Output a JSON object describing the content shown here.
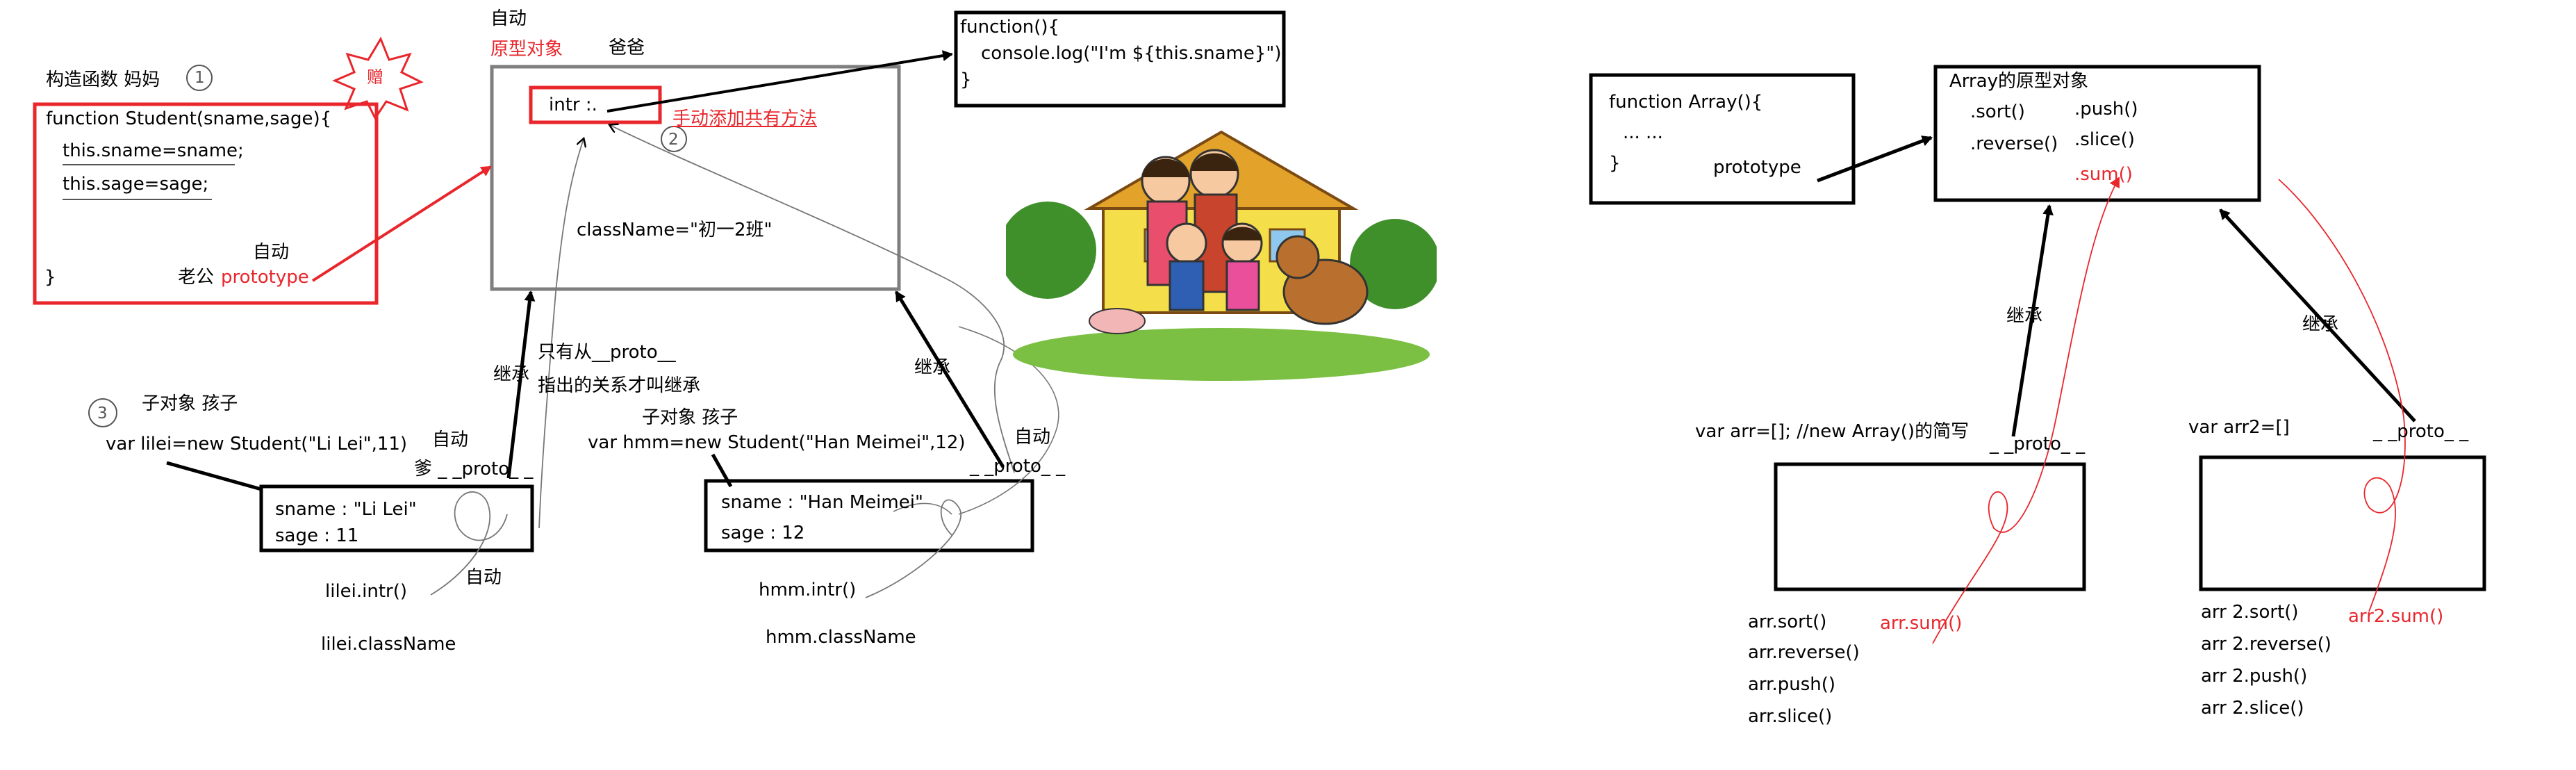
{
  "colors": {
    "accent_red": "#e8262c",
    "gray_box": "#7f7f7f",
    "ink": "#000000"
  },
  "left": {
    "constructor_label": "构造函数 妈妈",
    "circle1": "1",
    "gift": "赠",
    "ctor_code": [
      "function Student(sname,sage){",
      "this.sname=sname;",
      "this.sage=sage;",
      "}"
    ],
    "auto_ctor": "自动",
    "husband": "老公",
    "prototype_word": "prototype",
    "top_auto": "自动",
    "proto_obj_label": "原型对象",
    "dad": "爸爸",
    "intr": "intr :.",
    "circle2": "2",
    "manual_add": "手动添加共有方法",
    "classname": "className=\"初一2班\"",
    "func_code": [
      "function(){",
      "console.log(\"I'm ${this.sname}\")",
      "}"
    ],
    "inherit1": "继承",
    "only_from": "只有从__proto__",
    "pointed": "指出的关系才叫继承",
    "inherit2": "继承",
    "circle3": "3",
    "child_label1": "子对象 孩子",
    "lilei_decl": "var lilei=new Student(\"Li Lei\",11)",
    "auto_lilei": "自动",
    "dad_proto": "爹 _ _proto_ _",
    "lilei_sname": "sname : \"Li Lei\"",
    "lilei_sage": "sage : 11",
    "lilei_intr": "lilei.intr()",
    "auto_under": "自动",
    "lilei_classname": "lilei.className",
    "child_label2": "子对象 孩子",
    "hmm_decl": "var hmm=new Student(\"Han Meimei\",12)",
    "auto_hmm": "自动",
    "hmm_proto": "_ _proto_ _",
    "hmm_sname": "sname :  \"Han Meimei\"",
    "hmm_sage": "sage : 12",
    "hmm_intr": "hmm.intr()",
    "hmm_classname": "hmm.className",
    "family_image": "family-illustration"
  },
  "right": {
    "array_code": [
      "function Array(){",
      "... ...",
      "}"
    ],
    "prototype_word": "prototype",
    "proto_title": "Array的原型对象",
    "methods_left": [
      ".sort()",
      ".reverse()"
    ],
    "methods_right": [
      ".push()",
      ".slice()"
    ],
    "sum_method": ".sum()",
    "inherit_a": "继承",
    "inherit_b": "继承",
    "arr_decl": "var arr=[]; //new Array()的简写",
    "arr_proto": "_ _proto_ _",
    "arr2_decl": "var arr2=[]",
    "arr2_proto": "_ _proto_ _",
    "arr_calls": [
      "arr.sort()",
      "arr.reverse()",
      "arr.push()",
      "arr.slice()"
    ],
    "arr_sum": "arr.sum()",
    "arr2_calls": [
      "arr 2.sort()",
      "arr 2.reverse()",
      "arr 2.push()",
      "arr 2.slice()"
    ],
    "arr2_sum": "arr2.sum()"
  }
}
